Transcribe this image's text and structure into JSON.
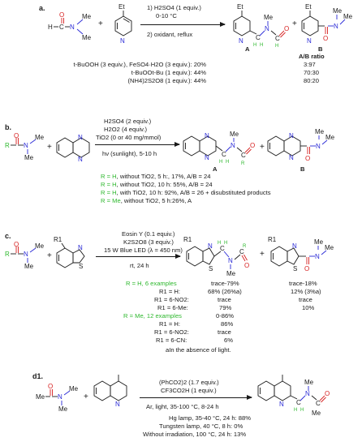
{
  "a": {
    "label": "a.",
    "cond1": "1) H2SO4 (1 equiv.)",
    "cond1b": "0-10 °C",
    "cond2": "2) oxidant, reflux",
    "substituent": "Et",
    "prodA": "A",
    "prodB": "B",
    "ratio_header": "A/B ratio",
    "rows": [
      {
        "oxidant": "t-BuOOH (3 equiv.), FeSO4·H2O (3 equiv.): 20%",
        "ratio": "3:97"
      },
      {
        "oxidant": "t-BuOOt-Bu (1 equiv.): 44%",
        "ratio": "70:30"
      },
      {
        "oxidant": "(NH4)2S2O8 (1 equiv.): 44%",
        "ratio": "80:20"
      }
    ]
  },
  "b": {
    "label": "b.",
    "cond1": "H2SO4 (2 equiv.)",
    "cond2": "H2O2 (4 equiv.)",
    "cond3": "TiO2 (0 or 40 mg/mmol)",
    "cond4": "hν (sunlight), 5-10 h",
    "prodA": "A",
    "prodB": "B",
    "rows": [
      {
        "head": "R = H",
        "text": ", without TiO2, 5 h:, 17%, A/B = 24"
      },
      {
        "head": "R = H",
        "text": ", without TiO2, 10 h: 55%, A/B = 24"
      },
      {
        "head": "R = H",
        "text": ", with TiO2, 10 h: 92%, A/B = 26 + disubstituted products"
      },
      {
        "head": "R = Me",
        "text": ", without TiO2, 5 h:26%, A"
      }
    ]
  },
  "c": {
    "label": "c.",
    "cond1": "Eosin Y (0.1 equiv.)",
    "cond2": "K2S2O8 (3 equiv.)",
    "cond3": "15 W Blue LED (λ = 450 nm)",
    "cond4": "rt, 24 h",
    "r1": "R1",
    "rows": [
      {
        "sub": "R = H, 6 examples",
        "a": "trace-79%",
        "b": "trace-18%",
        "green": true
      },
      {
        "sub": "R1 = H:",
        "a": "68% (26%a)",
        "b": "12% (3%a)"
      },
      {
        "sub": "R1 = 6-NO2:",
        "a": "trace",
        "b": "trace"
      },
      {
        "sub": "R1 = 6-Me:",
        "a": "79%",
        "b": "10%"
      },
      {
        "sub": "R = Me, 12 examples",
        "a": "0-86%",
        "b": "",
        "green": true
      },
      {
        "sub": "R1 = H:",
        "a": "86%",
        "b": ""
      },
      {
        "sub": "R1 = 6-NO2:",
        "a": "trace",
        "b": ""
      },
      {
        "sub": "R1 = 6-CN:",
        "a": "6%",
        "b": ""
      }
    ],
    "footnote": "aIn the absence of light."
  },
  "d": {
    "label": "d1.",
    "cond1": "(PhCO2)2 (1.7 equiv.)",
    "cond2": "CF3CO2H (1 equiv.)",
    "cond3": "Ar, light, 35-100 °C, 8-24 h",
    "rows": [
      "Hg lamp, 35-40 °C, 24 h: 88%",
      "Tungsten lamp, 40 °C, 8 h: 0%",
      "Without irradiation, 100 °C, 24 h: 13%"
    ]
  }
}
